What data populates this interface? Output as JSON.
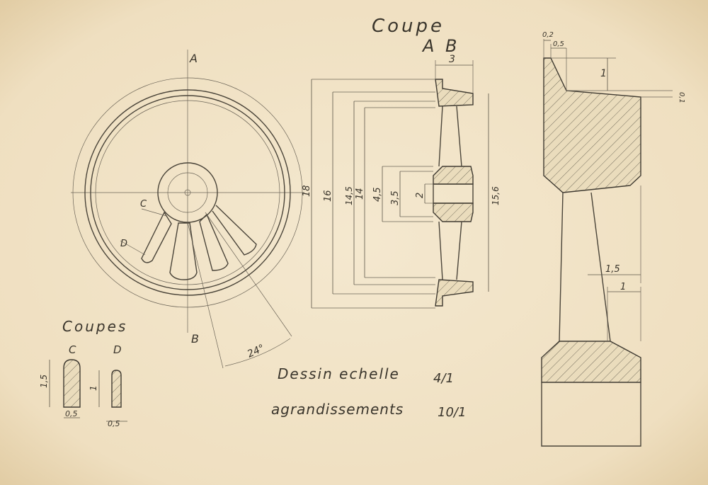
{
  "colors": {
    "paper": "#f2e5c9",
    "ink": "#3a352c"
  },
  "title": {
    "line1": "Coupe",
    "line2": "A B"
  },
  "front_view": {
    "axis_top": "A",
    "axis_bottom": "B",
    "section_c": "C",
    "section_d": "D",
    "angle": "24°"
  },
  "sections": {
    "title": "Coupes",
    "c_label": "C",
    "d_label": "D",
    "c_height": "1,5",
    "c_width": "0,5",
    "d_height": "1",
    "d_width": "0,5"
  },
  "section_ab": {
    "rim_width": "3",
    "dims": [
      "18",
      "16",
      "14,5",
      "14",
      "4,5",
      "3,5",
      "2",
      "15,6"
    ]
  },
  "detail": {
    "d1": "0,2",
    "d2": "0,5",
    "d3": "1",
    "d4": "0,1",
    "d5": "1,5",
    "d6": "1"
  },
  "notes": {
    "scale_label": "Dessin echelle",
    "scale_value": "4/1",
    "enlarge_label": "agrandissements",
    "enlarge_value": "10/1"
  }
}
